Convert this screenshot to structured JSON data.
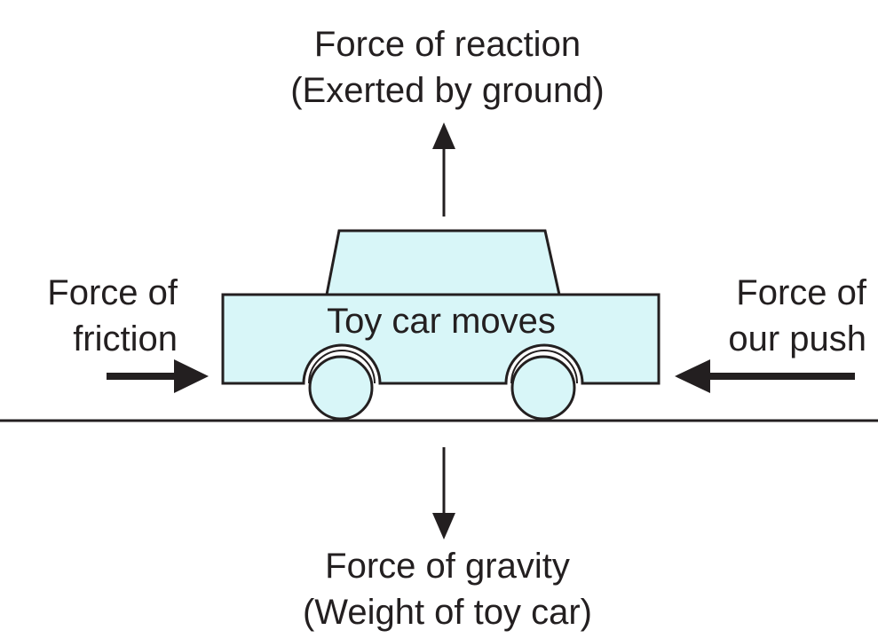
{
  "colors": {
    "car_fill": "#d8f6f8",
    "stroke": "#231f20",
    "background": "#ffffff"
  },
  "labels": {
    "reaction": {
      "line1": "Force of reaction",
      "line2": "(Exerted by ground)"
    },
    "gravity": {
      "line1": "Force of gravity",
      "line2": "(Weight of toy car)"
    },
    "friction": {
      "line1": "Force of",
      "line2": "friction"
    },
    "push": {
      "line1": "Force of",
      "line2": "our push"
    },
    "car": "Toy car moves"
  }
}
